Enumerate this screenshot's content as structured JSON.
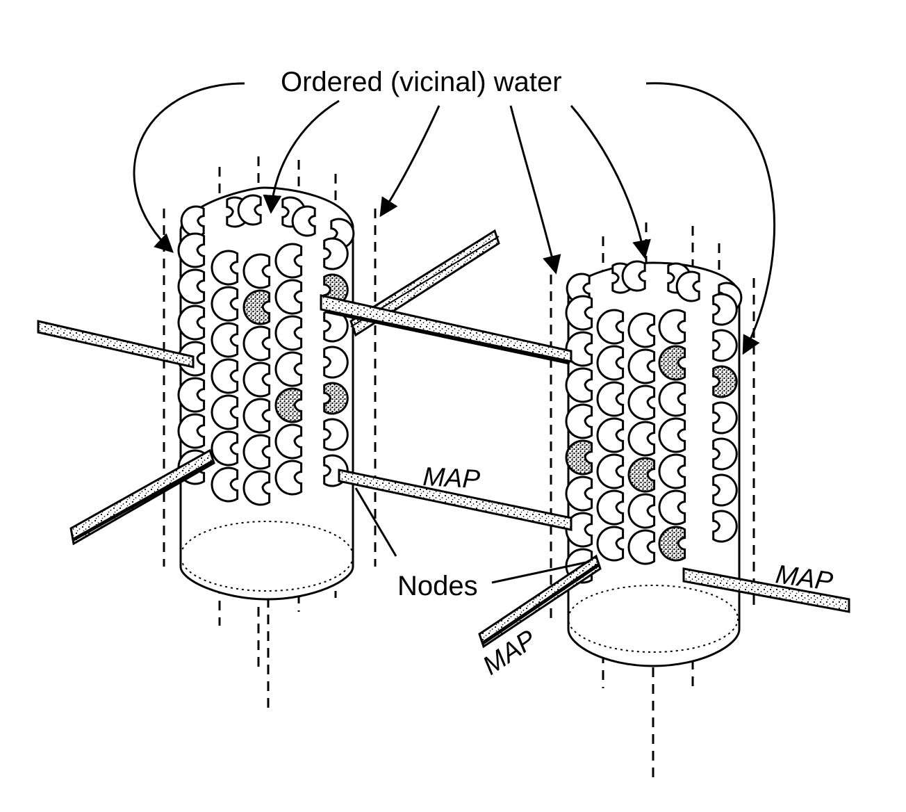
{
  "labels": {
    "ordered_water": "Ordered (vicinal) water",
    "nodes": "Nodes",
    "map_upper": "MAP",
    "map_right": "MAP",
    "map_lower_left": "MAP"
  },
  "colors": {
    "ink": "#000000",
    "paper": "#ffffff"
  }
}
